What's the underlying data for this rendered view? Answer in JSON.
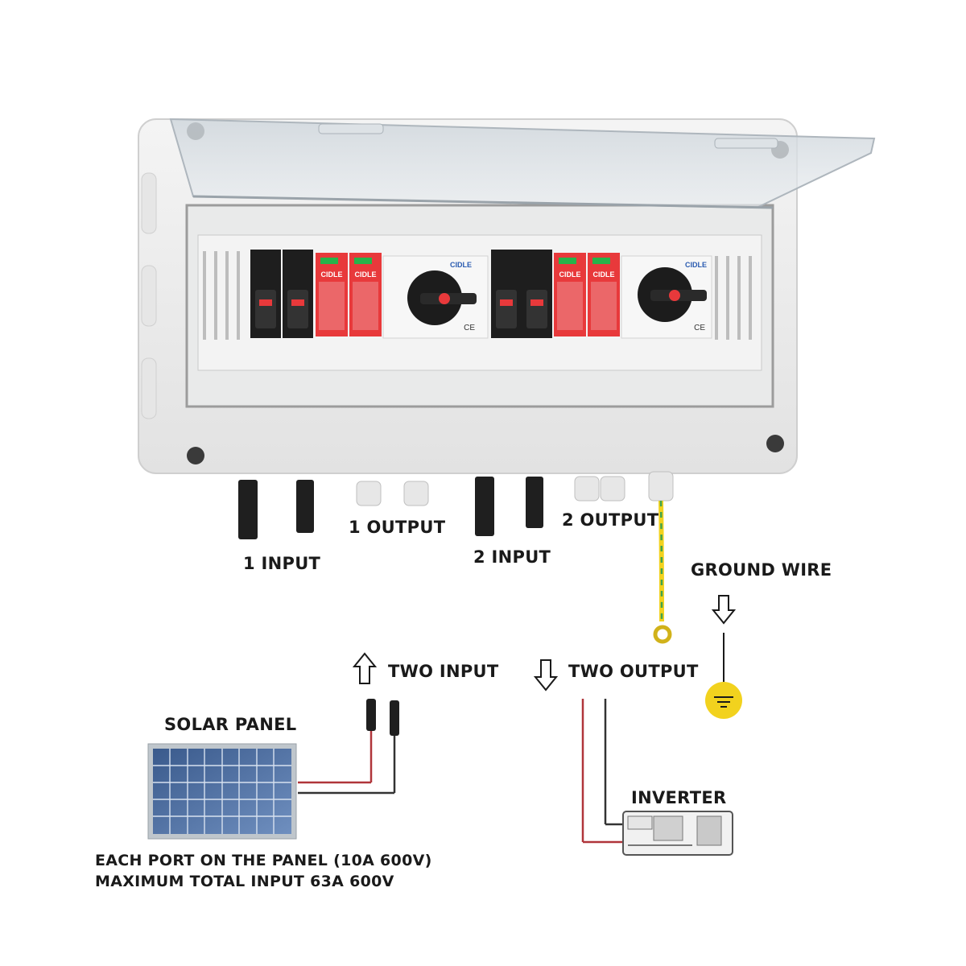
{
  "box": {
    "brand": "CIDLE",
    "spd_text": "CIDLE",
    "ce_mark": "CE"
  },
  "ports": {
    "input_1": "1 INPUT",
    "output_1": "1 OUTPUT",
    "input_2": "2 INPUT",
    "output_2": "2 OUTPUT",
    "ground_wire": "GROUND WIRE"
  },
  "diagram": {
    "two_input": "TWO INPUT",
    "two_output": "TWO OUTPUT",
    "solar_panel": "SOLAR PANEL",
    "inverter": "INVERTER"
  },
  "notes": {
    "line1": "EACH PORT ON THE PANEL (10A 600V)",
    "line2": "MAXIMUM TOTAL INPUT 63A 600V"
  },
  "colors": {
    "wire_red": "#b0353a",
    "wire_black": "#333333",
    "spd_red": "#e8393b",
    "ground_yellow": "#f2d21e",
    "ground_green": "#3fa34d"
  }
}
